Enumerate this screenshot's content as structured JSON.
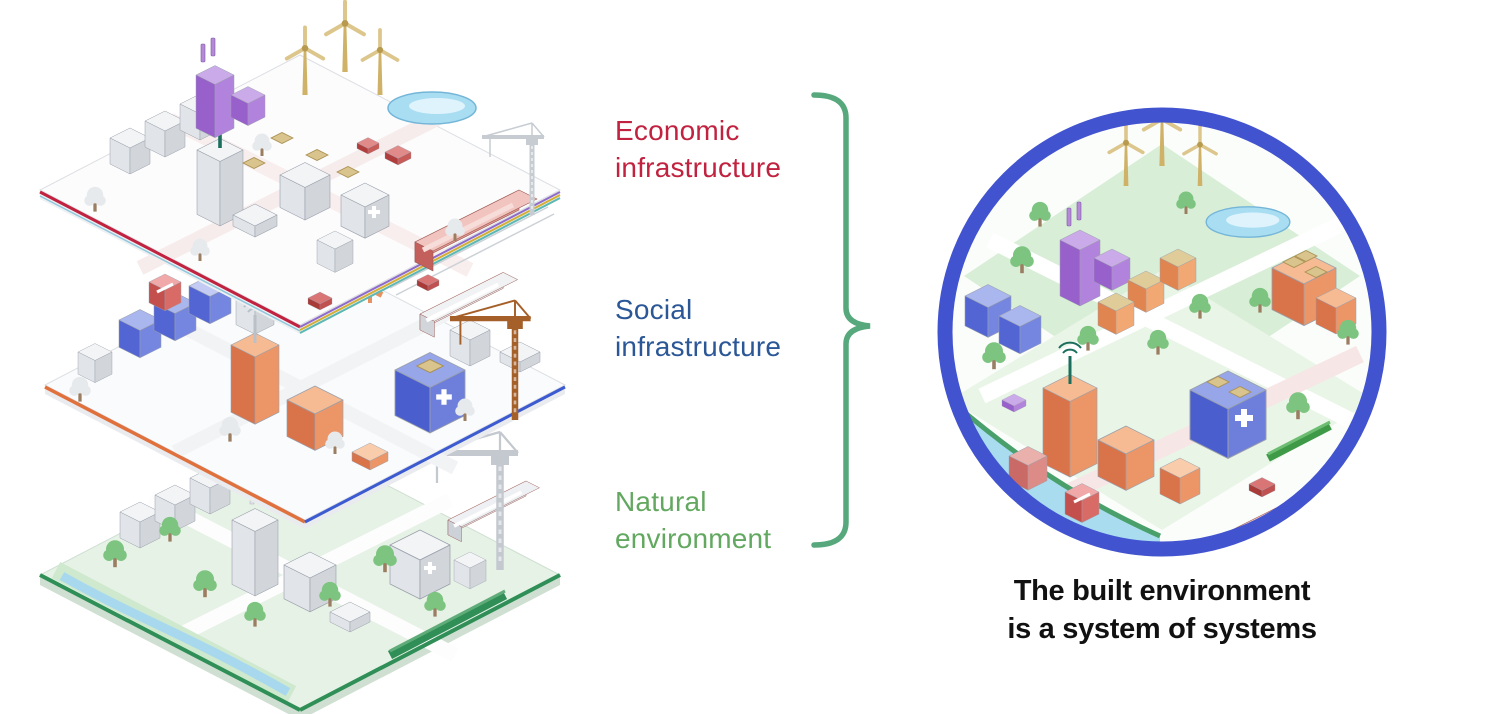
{
  "diagram": {
    "layers": [
      {
        "id": "economic",
        "label_line1": "Economic",
        "label_line2": "infrastructure",
        "label_color": "#c0223f",
        "icons": [
          "wind-turbine",
          "purple-factory",
          "solar-panel",
          "reservoir-pond",
          "telecom-mast",
          "red-train",
          "red-bus",
          "red-car",
          "construction-crane"
        ]
      },
      {
        "id": "social",
        "label_line1": "Social",
        "label_line2": "infrastructure",
        "label_color": "#2b5797",
        "icons": [
          "blue-terraced-housing",
          "orange-school",
          "blue-hospital",
          "construction-crane",
          "orange-footbridge",
          "kiosk",
          "grey-train"
        ]
      },
      {
        "id": "natural",
        "label_line1": "Natural",
        "label_line2": "environment",
        "label_color": "#63a860",
        "icons": [
          "tree",
          "river",
          "lawn",
          "hedge",
          "grey-city"
        ]
      }
    ],
    "brace": {
      "color": "#57a87c"
    },
    "system_circle": {
      "border_color": "#4253cf",
      "icons": [
        "wind-turbine",
        "purple-factory",
        "solar-roof-houses",
        "pond",
        "blue-hospital",
        "orange-mill",
        "blue-terraced-housing",
        "red-bus",
        "red-tram",
        "red-car",
        "tree",
        "river",
        "hedge"
      ]
    },
    "caption": {
      "line1": "The built environment",
      "line2": "is a system of systems",
      "color": "#111111"
    }
  }
}
